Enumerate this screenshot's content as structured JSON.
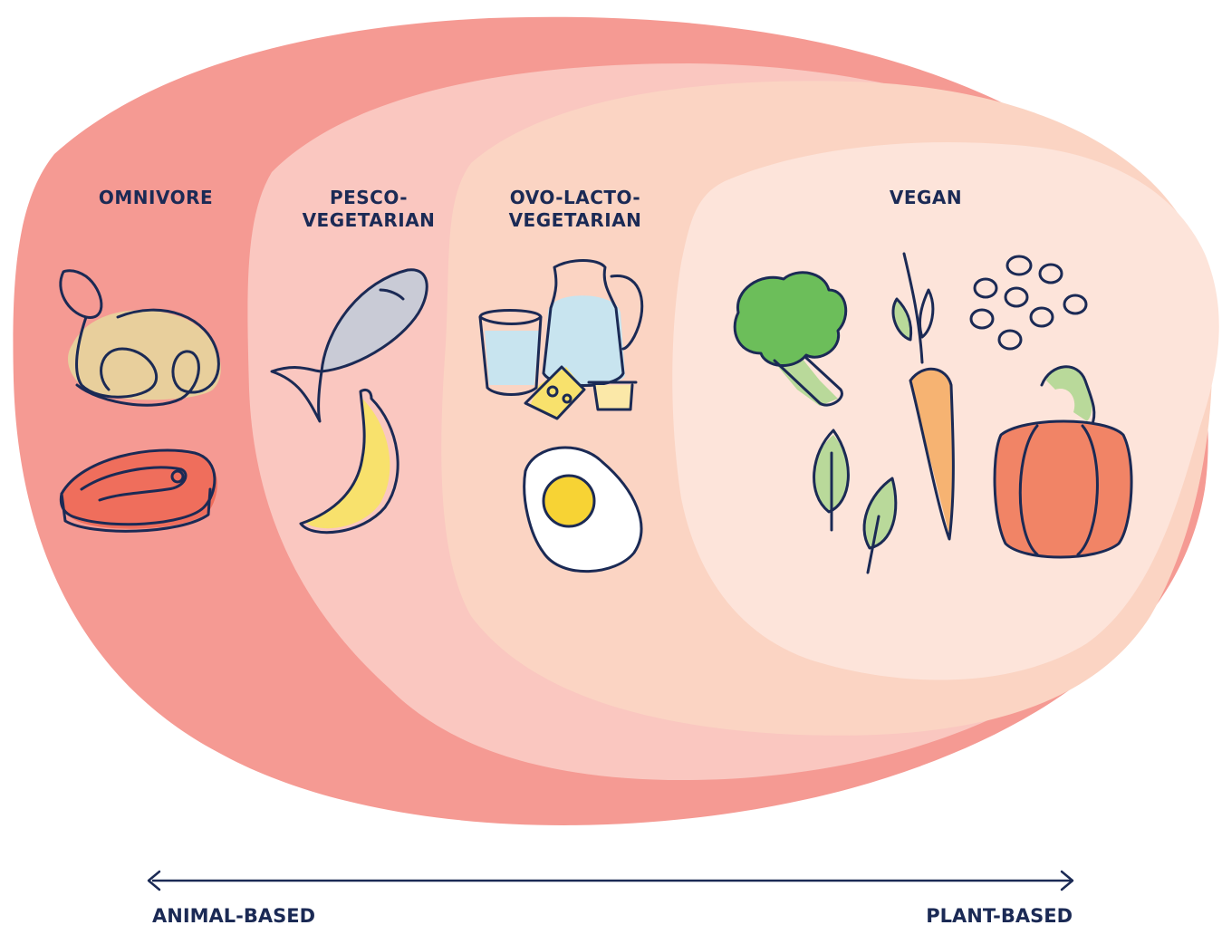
{
  "categories": {
    "omnivore": {
      "label": "OMNIVORE"
    },
    "pesco": {
      "line1": "PESCO-",
      "line2": "VEGETARIAN"
    },
    "ovo_lacto": {
      "line1": "OVO-LACTO-",
      "line2": "VEGETARIAN"
    },
    "vegan": {
      "label": "VEGAN"
    }
  },
  "axis": {
    "left_label": "ANIMAL-BASED",
    "right_label": "PLANT-BASED"
  },
  "colors": {
    "omnivore": "#f59a93",
    "pesco": "#fac7c0",
    "ovo_lacto": "#fbd4c3",
    "vegan": "#fde4da",
    "ink": "#1b2a55"
  },
  "icons": {
    "omnivore": [
      "chicken-icon",
      "steak-icon"
    ],
    "pesco": [
      "fish-icon",
      "banana-icon"
    ],
    "ovo_lacto": [
      "milk-glass-icon",
      "milk-jug-icon",
      "cheese-icon",
      "butter-icon",
      "fried-egg-icon"
    ],
    "vegan": [
      "broccoli-icon",
      "carrot-icon",
      "beans-icon",
      "spinach-leaves-icon",
      "bell-pepper-icon"
    ]
  }
}
